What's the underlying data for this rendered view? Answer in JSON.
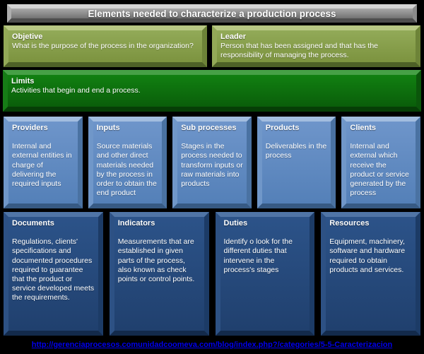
{
  "title_bar": {
    "title": "Elements needed to characterize a production process"
  },
  "objective_box": {
    "heading": "Objetive",
    "body": "What is the purpose of the process in the organization?"
  },
  "leader_box": {
    "heading": "Leader",
    "body": "Person that has been assigned and that has the responsibility of managing the process."
  },
  "limits_box": {
    "heading": "Limits",
    "body": "Activities that begin and end a process."
  },
  "providers_box": {
    "heading": "Providers",
    "body": "Internal and external entities in charge of delivering the required inputs"
  },
  "inputs_box": {
    "heading": "Inputs",
    "body": "Source materials and other direct materials needed by the process in order to obtain the end product"
  },
  "subprocesses_box": {
    "heading": "Sub processes",
    "body": "Stages in the process needed to transform inputs or raw materials into products"
  },
  "products_box": {
    "heading": "Products",
    "body": "Deliverables in the process"
  },
  "clients_box": {
    "heading": "Clients",
    "body": "Internal and external which receive the product or service generated by the process"
  },
  "documents_box": {
    "heading": "Documents",
    "body": "Regulations, clients' specifications and documented procedures required to guarantee that the product or service developed meets the requirements."
  },
  "indicators_box": {
    "heading": "Indicators",
    "body": "Measurements that are established in given parts of the process, also known  as check points or control points."
  },
  "duties_box": {
    "heading": "Duties",
    "body": "Identify o look for the different duties that intervene in the process's  stages"
  },
  "resources_box": {
    "heading": "Resources",
    "body": "Equipment, machinery, software and hardware required to obtain products and services."
  },
  "footer": {
    "link": "http://gerenciaprocesos.comunidadcoomeva.com/blog/index.php?/categories/5-5-Caracterizacion"
  },
  "colors": {
    "background": "#000000",
    "title_gray": "#8e8e8e",
    "olive_green": "#85a04b",
    "dark_green": "#0d6e0d",
    "medium_blue": "#5b87c2",
    "dark_blue": "#25497c",
    "link_blue": "#0000ee",
    "text_white": "#ffffff"
  }
}
